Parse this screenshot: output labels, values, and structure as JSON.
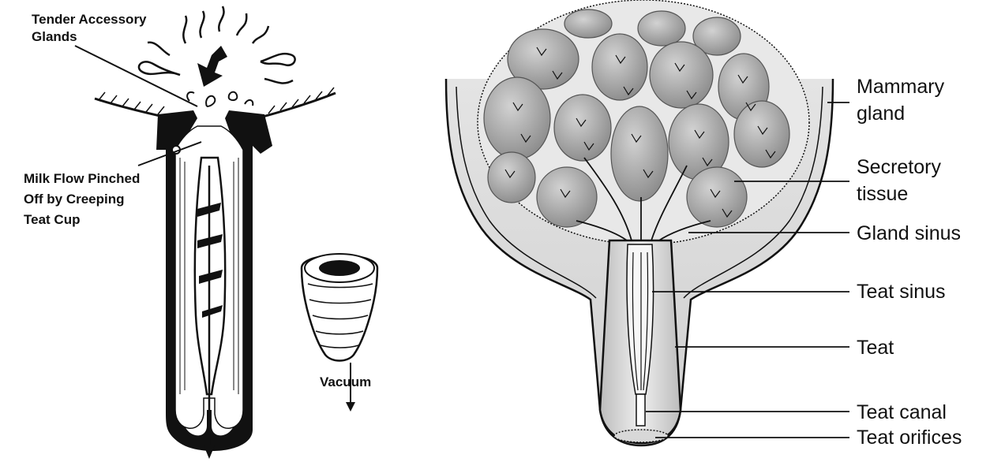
{
  "left_figure": {
    "labels": {
      "tender_glands_line1": "Tender Accessory",
      "tender_glands_line2": "Glands",
      "pinched_line1": "Milk Flow Pinched",
      "pinched_line2": "Off by Creeping",
      "pinched_line3": "Teat Cup",
      "vacuum": "Vacuum"
    }
  },
  "right_figure": {
    "labels": {
      "mammary_line1": "Mammary",
      "mammary_line2": "gland",
      "secretory_line1": "Secretory",
      "secretory_line2": "tissue",
      "gland_sinus": "Gland sinus",
      "teat_sinus": "Teat sinus",
      "teat": "Teat",
      "teat_canal": "Teat canal",
      "teat_orifices": "Teat orifices"
    }
  }
}
